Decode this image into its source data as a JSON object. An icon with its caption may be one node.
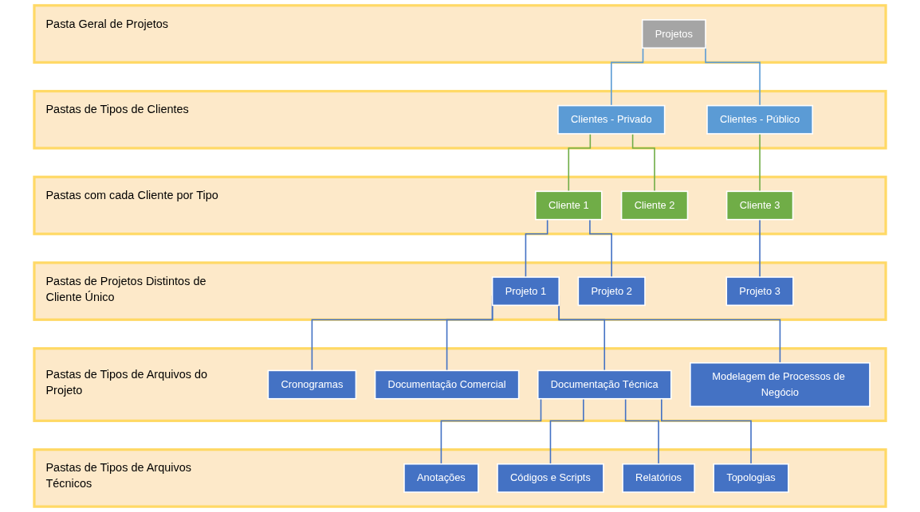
{
  "diagram": {
    "nodes": [
      {
        "text": [
          "Pasta Geral de Projetos"
        ]
      },
      {
        "text": [
          "Projetos"
        ],
        "in": 0
      },
      {
        "text": [
          "Pastas de Tipos de Clientes"
        ]
      },
      {
        "text": [
          "Clientes - Privado"
        ],
        "in": 2
      },
      {
        "text": [
          "Clientes - Público"
        ],
        "in": 2
      },
      {
        "text": [
          "Pastas com cada Cliente por Tipo"
        ]
      },
      {
        "text": [
          "Cliente 1"
        ],
        "in": 5
      },
      {
        "text": [
          "Cliente 2"
        ],
        "in": 5
      },
      {
        "text": [
          "Cliente 3"
        ],
        "in": 5
      },
      {
        "text": [
          "Pastas de Projetos Distintos de Cliente Único"
        ]
      },
      {
        "text": [
          "Projeto 1"
        ],
        "in": 9
      },
      {
        "text": [
          "Projeto 2"
        ],
        "in": 9
      },
      {
        "text": [
          "Projeto 3"
        ],
        "in": 9
      },
      {
        "text": [
          "Pastas de Tipos de Arquivos do Projeto"
        ]
      },
      {
        "text": [
          "Cronogramas"
        ],
        "in": 13
      },
      {
        "text": [
          "Documentação Comercial"
        ],
        "in": 13
      },
      {
        "text": [
          "Documentação Técnica"
        ],
        "in": 13
      },
      {
        "text": [
          "Modelagem de Processos de Negócio"
        ],
        "in": 13
      },
      {
        "text": [
          "Pastas de Tipos de Arquivos Técnicos"
        ]
      },
      {
        "text": [
          "Anotações"
        ],
        "in": 18
      },
      {
        "text": [
          "Códigos e Scripts"
        ],
        "in": 18
      },
      {
        "text": [
          "Relatórios"
        ],
        "in": 18
      },
      {
        "text": [
          "Topologias"
        ],
        "in": 18
      }
    ],
    "edges": [
      {
        "from": 1,
        "to": 3,
        "arrow": "none",
        "color": "#5b9bd5"
      },
      {
        "from": 1,
        "to": 4,
        "arrow": "none",
        "color": "#5b9bd5"
      },
      {
        "from": 3,
        "to": 6,
        "arrow": "none",
        "color": "#70ad47"
      },
      {
        "from": 3,
        "to": 7,
        "arrow": "none",
        "color": "#70ad47"
      },
      {
        "from": 4,
        "to": 8,
        "arrow": "none",
        "color": "#70ad47"
      },
      {
        "from": 6,
        "to": 10,
        "arrow": "none"
      },
      {
        "from": 6,
        "to": 11,
        "arrow": "none"
      },
      {
        "from": 8,
        "to": 12,
        "arrow": "none"
      },
      {
        "from": 10,
        "to": 14,
        "arrow": "none"
      },
      {
        "from": 10,
        "to": 15,
        "arrow": "none"
      },
      {
        "from": 10,
        "to": 16,
        "arrow": "none"
      },
      {
        "from": 10,
        "to": 17,
        "arrow": "none"
      },
      {
        "from": 16,
        "to": 19,
        "arrow": "none"
      },
      {
        "from": 16,
        "to": 20,
        "arrow": "none"
      },
      {
        "from": 16,
        "to": 21,
        "arrow": "none"
      },
      {
        "from": 16,
        "to": 22,
        "arrow": "none"
      }
    ]
  }
}
